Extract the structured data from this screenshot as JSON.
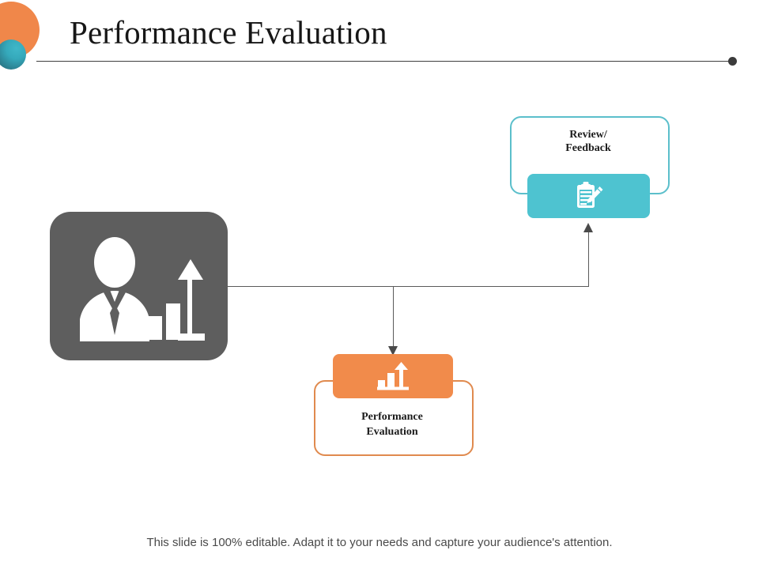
{
  "slide": {
    "title": "Performance Evaluation",
    "footer_note": "This slide is 100% editable. Adapt it to your needs and capture your audience's attention."
  },
  "theme": {
    "orange": "#F18B4B",
    "orange_outline": "#E08A4E",
    "teal": "#4EC3D0",
    "teal_outline": "#5BBFCB",
    "gray": "#5E5E5E",
    "connector": "#5A5A5A",
    "text": "#1B1B1B",
    "background": "#FFFFFF"
  },
  "decor": {
    "circle_orange": "orange-circle",
    "circle_teal": "teal-gradient-circle",
    "rule_end_dot": "line-end-dot"
  },
  "diagram": {
    "source": {
      "label": "",
      "icon": "businessman-growth-chart-icon"
    },
    "nodes": [
      {
        "id": "review-feedback",
        "label": "Review/\nFeedback",
        "icon": "clipboard-pencil-icon",
        "color": "#4EC3D0",
        "icon_position": "bottom"
      },
      {
        "id": "performance-evaluation",
        "label": "Performance\nEvaluation",
        "icon": "bar-chart-growth-arrow-icon",
        "color": "#F18B4B",
        "icon_position": "top"
      }
    ],
    "connectors": [
      {
        "from": "source",
        "to": "review-feedback",
        "style": "elbow-arrow-up"
      },
      {
        "from": "source",
        "to": "performance-evaluation",
        "style": "elbow-arrow-down"
      }
    ]
  }
}
